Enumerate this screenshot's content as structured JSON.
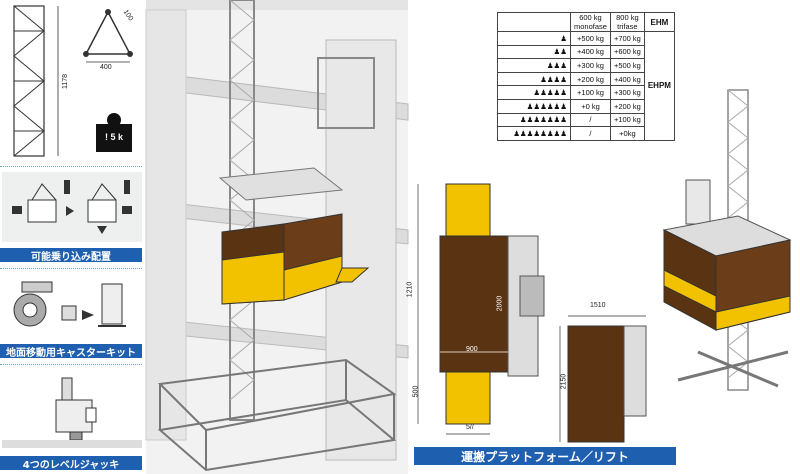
{
  "left_panel": {
    "mast_dims": {
      "height": "1178",
      "top": "400",
      "diagonal": "100"
    },
    "weight_label": "! 5 k",
    "caption_1": "可能乗り込み配置",
    "caption_2": "地面移動用キャスターキット",
    "caption_3": "4つのレベルジャッキ"
  },
  "load_table": {
    "col_600": "600 kg",
    "col_600_sub": "monofase",
    "col_800": "800 kg",
    "col_800_sub": "trifase",
    "model_1": "EHM",
    "model_2": "EHPM",
    "rows": [
      {
        "people": 1,
        "v600": "+500 kg",
        "v800": "+700 kg"
      },
      {
        "people": 2,
        "v600": "+400 kg",
        "v800": "+600 kg"
      },
      {
        "people": 3,
        "v600": "+300 kg",
        "v800": "+500 kg"
      },
      {
        "people": 4,
        "v600": "+200 kg",
        "v800": "+400 kg"
      },
      {
        "people": 5,
        "v600": "+100 kg",
        "v800": "+300 kg"
      },
      {
        "people": 6,
        "v600": "+0 kg",
        "v800": "+200 kg"
      },
      {
        "people": 7,
        "v600": "/",
        "v800": "+100 kg"
      },
      {
        "people": 8,
        "v600": "/",
        "v800": "+0kg"
      }
    ]
  },
  "plan_dims": {
    "d1210": "1210",
    "d2000": "2000",
    "d900": "900",
    "d500": "500",
    "d5": "5//",
    "d1510": "1510",
    "d2150": "2150"
  },
  "main_title": "運搬プラットフォーム／リフト",
  "colors": {
    "accent": "#1f5fb0",
    "platform_brown": "#5a3312",
    "safety_yellow": "#f2c200"
  }
}
